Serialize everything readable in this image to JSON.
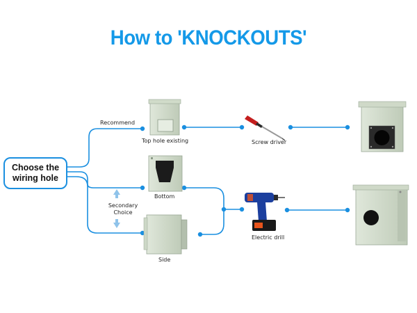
{
  "title": "How to 'KNOCKOUTS'",
  "start": {
    "label_line1": "Choose the",
    "label_line2": "wiring hole"
  },
  "branches": {
    "recommend": "Recommend",
    "secondary": "Secondary Choice"
  },
  "boxes": {
    "top": "Top hole existing",
    "bottom": "Bottom",
    "side": "Side"
  },
  "tools": {
    "screwdriver": "Screw driver",
    "drill": "Electric drill"
  },
  "colors": {
    "accent": "#1a8fe0",
    "title": "#1499e8",
    "box": "#c9d5c3"
  }
}
